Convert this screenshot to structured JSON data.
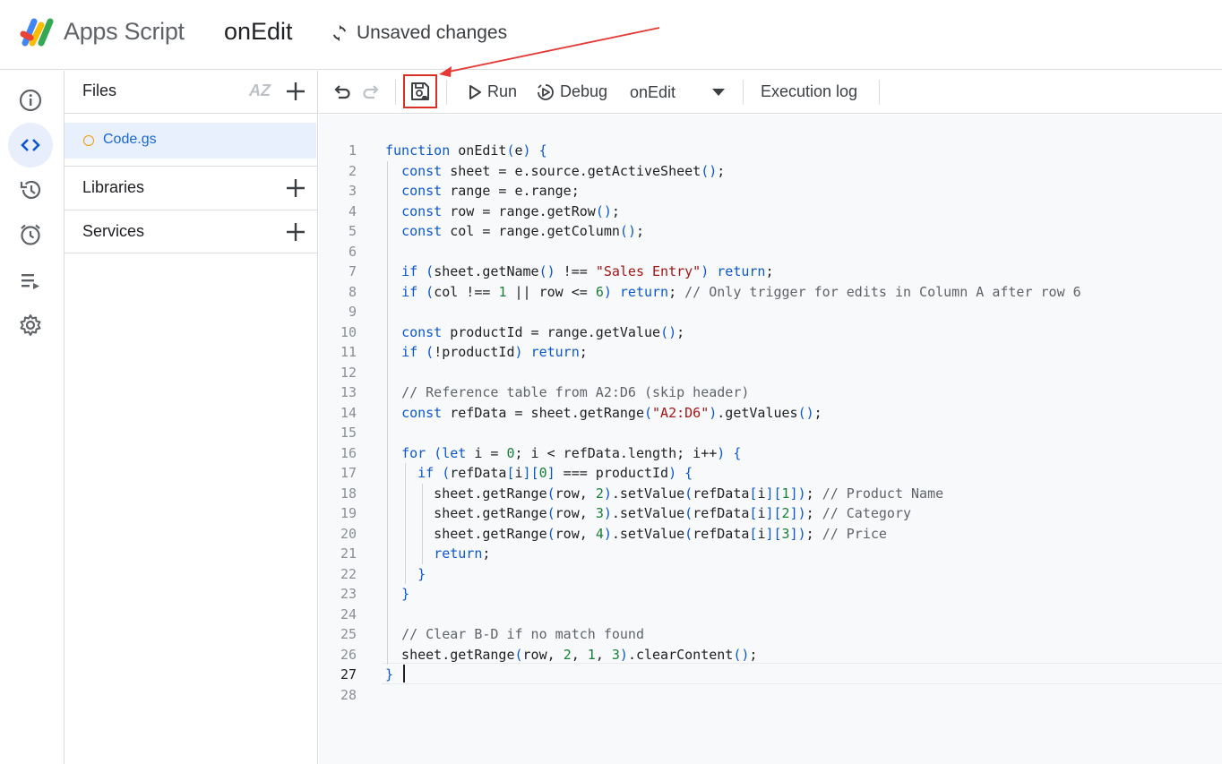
{
  "header": {
    "app_name": "Apps Script",
    "project_name": "onEdit",
    "status": "Unsaved changes"
  },
  "rail": {
    "items": [
      {
        "name": "overview",
        "icon": "info-icon",
        "active": false
      },
      {
        "name": "editor",
        "icon": "code-icon",
        "active": true
      },
      {
        "name": "project-history",
        "icon": "history-icon",
        "active": false
      },
      {
        "name": "triggers",
        "icon": "alarm-icon",
        "active": false
      },
      {
        "name": "executions",
        "icon": "executions-icon",
        "active": false
      },
      {
        "name": "project-settings",
        "icon": "gear-icon",
        "active": false
      }
    ]
  },
  "files_panel": {
    "files_title": "Files",
    "sort_label": "AZ",
    "files": [
      {
        "name": "Code.gs",
        "selected": true
      }
    ],
    "libraries_title": "Libraries",
    "services_title": "Services"
  },
  "toolbar": {
    "run_label": "Run",
    "debug_label": "Debug",
    "function_selected": "onEdit",
    "execution_log_label": "Execution log"
  },
  "editor": {
    "current_line": 27,
    "lines": [
      "function onEdit(e) {",
      "  const sheet = e.source.getActiveSheet();",
      "  const range = e.range;",
      "  const row = range.getRow();",
      "  const col = range.getColumn();",
      "",
      "  if (sheet.getName() !== \"Sales Entry\") return;",
      "  if (col !== 1 || row <= 6) return; // Only trigger for edits in Column A after row 6",
      "",
      "  const productId = range.getValue();",
      "  if (!productId) return;",
      "",
      "  // Reference table from A2:D6 (skip header)",
      "  const refData = sheet.getRange(\"A2:D6\").getValues();",
      "",
      "  for (let i = 0; i < refData.length; i++) {",
      "    if (refData[i][0] === productId) {",
      "      sheet.getRange(row, 2).setValue(refData[i][1]); // Product Name",
      "      sheet.getRange(row, 3).setValue(refData[i][2]); // Category",
      "      sheet.getRange(row, 4).setValue(refData[i][3]); // Price",
      "      return;",
      "    }",
      "  }",
      "",
      "  // Clear B-D if no match found",
      "  sheet.getRange(row, 2, 1, 3).clearContent();",
      "}",
      ""
    ]
  },
  "colors": {
    "accent": "#0b57d0",
    "annotation": "#d93025",
    "selected_file_bg": "#e8f0fe"
  }
}
